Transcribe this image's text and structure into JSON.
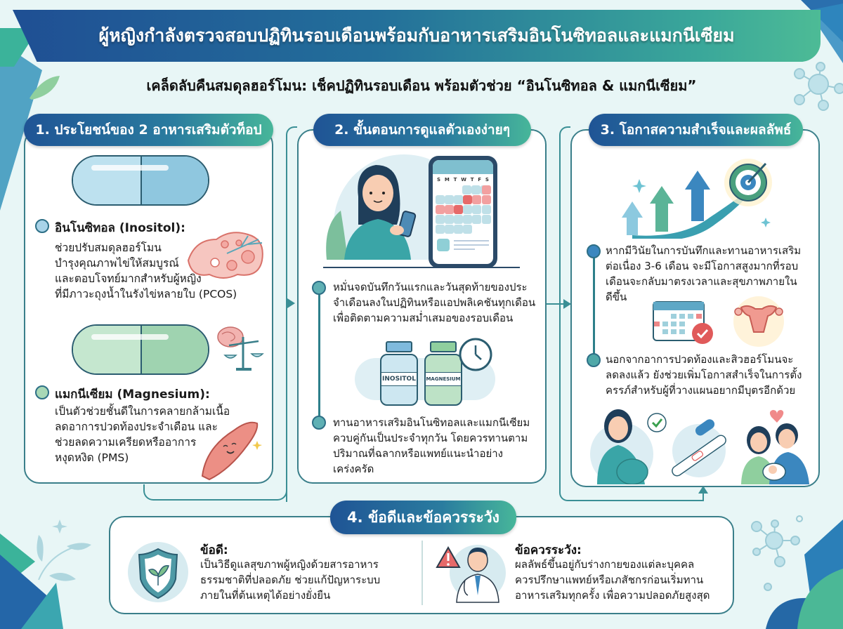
{
  "header": {
    "title": "ผู้หญิงกำลังตรวจสอบปฏิทินรอบเดือนพร้อมกับอาหารเสริมอินโนซิทอลและแมกนีเซียม",
    "subtitle": "เคล็ดลับคืนสมดุลฮอร์โมน: เช็คปฏิทินรอบเดือน พร้อมตัวช่วย “อินโนซิทอล & แมกนีเซียม”"
  },
  "section1": {
    "tab": "1. ประโยชน์ของ 2 อาหารเสริมตัวท็อป",
    "inositol": {
      "title": "อินโนซิทอล (Inositol):",
      "lines": [
        "ช่วยปรับสมดุลฮอร์โมน",
        "บำรุงคุณภาพไข่ให้สมบูรณ์",
        "และตอบโจทย์มากสำหรับผู้หญิง",
        "ที่มีภาวะถุงน้ำในรังไข่หลายใบ (PCOS)"
      ]
    },
    "magnesium": {
      "title": "แมกนีเซียม (Magnesium):",
      "lines": [
        "เป็นตัวช่วยชั้นดีในการคลายกล้ามเนื้อ",
        "ลดอาการปวดท้องประจำเดือน และ",
        "ช่วยลดความเครียดหรืออาการ",
        "หงุดหงิด (PMS)"
      ]
    }
  },
  "section2": {
    "tab": "2. ขั้นตอนการดูแลตัวเองง่ายๆ",
    "calendar_days": [
      "S",
      "M",
      "T",
      "W",
      "T",
      "F",
      "S"
    ],
    "step1_lines": [
      "หมั่นจดบันทึกวันแรกและวันสุดท้ายของประ",
      "จำเดือนลงในปฏิทินหรือแอปพลิเคชันทุกเดือน",
      "เพื่อติดตามความสม่ำเสมอของรอบเดือน"
    ],
    "bottle_labels": [
      "INOSITOL",
      "MAGNESIUM"
    ],
    "step2_lines": [
      "ทานอาหารเสริมอินโนซิทอลและแมกนีเซียม",
      "ควบคู่กันเป็นประจำทุกวัน โดยควรทานตาม",
      "ปริมาณที่ฉลากหรือแพทย์แนะนำอย่าง",
      "เคร่งครัด"
    ]
  },
  "section3": {
    "tab": "3. โอกาสความสำเร็จและผลลัพธ์",
    "point1_lines": [
      "หากมีวินัยในการบันทึกและทานอาหารเสริม",
      "ต่อเนื่อง 3-6 เดือน จะมีโอกาสสูงมากที่รอบ",
      "เดือนจะกลับมาตรงเวลาและสุขภาพภายใน",
      "ดีขึ้น"
    ],
    "point2_lines": [
      "นอกจากอาการปวดท้องและสิวฮอร์โมนจะ",
      "ลดลงแล้ว ยังช่วยเพิ่มโอกาสสำเร็จในการตั้ง",
      "ครรภ์สำหรับผู้ที่วางแผนอยากมีบุตรอีกด้วย"
    ]
  },
  "section4": {
    "tab": "4. ข้อดีและข้อควรระวัง",
    "pros": {
      "title": "ข้อดี:",
      "lines": [
        "เป็นวิธีดูแลสุขภาพผู้หญิงด้วยสารอาหาร",
        "ธรรมชาติที่ปลอดภัย ช่วยแก้ปัญหาระบบ",
        "ภายในที่ต้นเหตุได้อย่างยั่งยืน"
      ]
    },
    "cautions": {
      "title": "ข้อควรระวัง:",
      "lines": [
        "ผลลัพธ์ขึ้นอยู่กับร่างกายของแต่ละบุคคล",
        "ควรปรึกษาแพทย์หรือเภสัชกรก่อนเริ่มทาน",
        "อาหารเสริมทุกครั้ง เพื่อความปลอดภัยสูงสุด"
      ]
    }
  },
  "colors": {
    "brand_blue": "#1f4f94",
    "brand_teal": "#3aa79a",
    "border": "#3a7f8a",
    "background": "#e8f6f6",
    "inositol_blue": "#8fc7df",
    "magnesium_green": "#9fd3b0",
    "period_red": "#e66a6a"
  }
}
